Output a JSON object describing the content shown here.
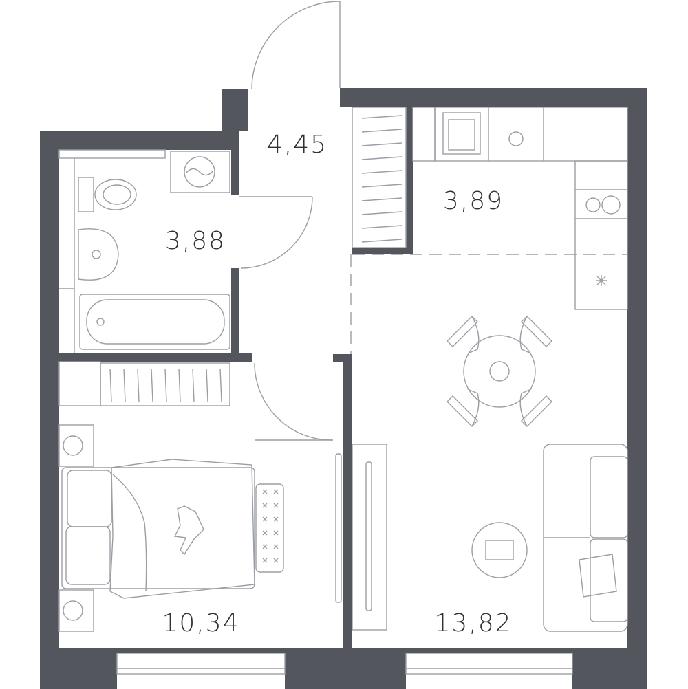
{
  "colors": {
    "wall": "#53565d",
    "line": "#9b9ea4",
    "text": "#2f3136",
    "background": "#ffffff"
  },
  "rooms": {
    "hall": {
      "area": "4,45"
    },
    "bathroom": {
      "area": "3,88"
    },
    "kitchen": {
      "area": "3,89"
    },
    "bedroom": {
      "area": "10,34"
    },
    "living": {
      "area": "13,82"
    }
  }
}
